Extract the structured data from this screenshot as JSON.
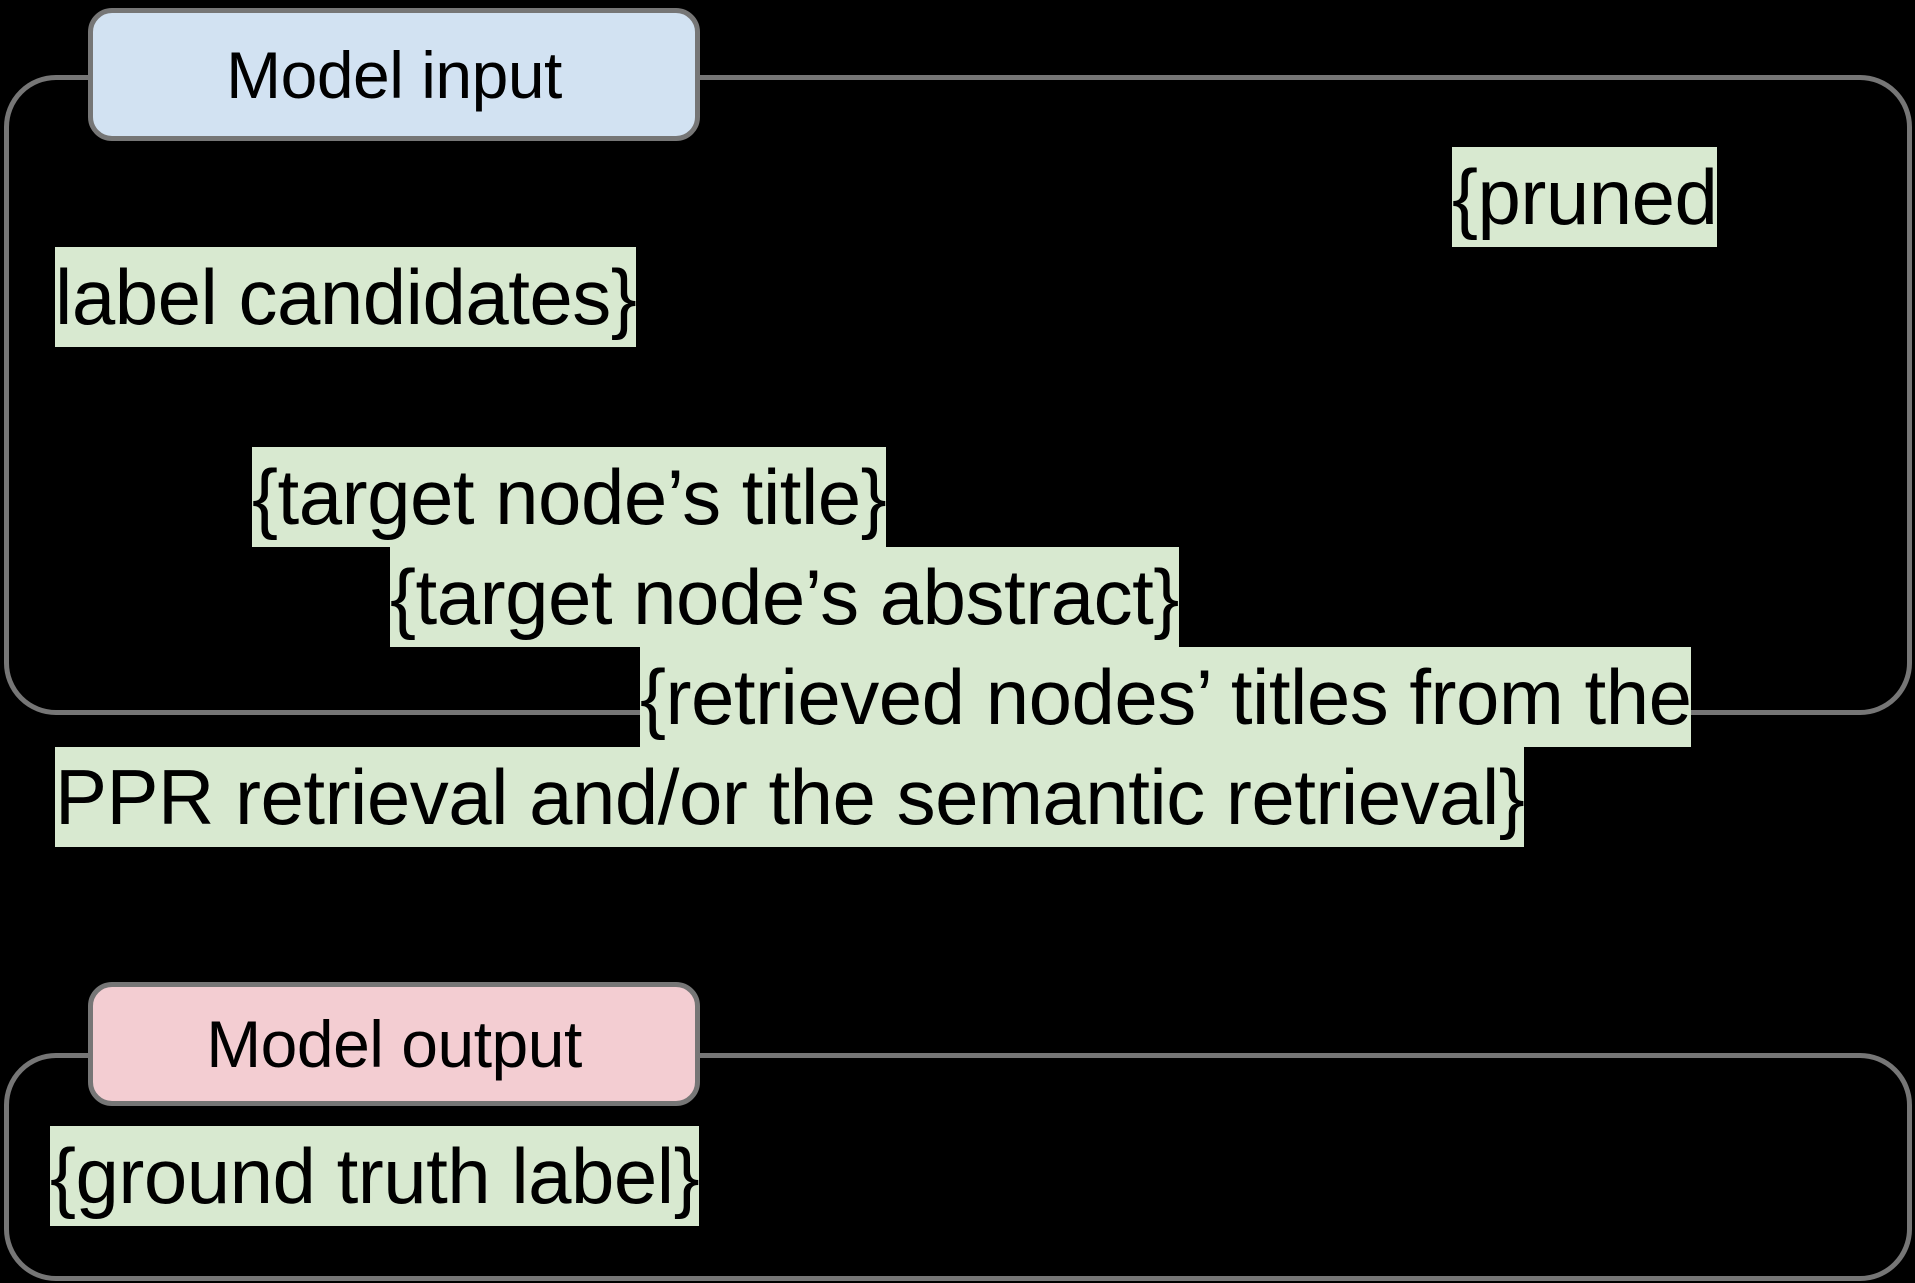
{
  "figure": {
    "title": "Model input / output prompt template",
    "background_color": "#000000",
    "border_color": "#767676"
  },
  "input_section": {
    "badge_label": "Model input",
    "badge_color": "#d2e2f2",
    "highlight_color": "#d8e9d0",
    "lines": [
      {
        "text": "{pruned",
        "indent": "ind-pruned",
        "highlighted": true
      },
      {
        "text": "label candidates}",
        "indent": "ind-1",
        "highlighted": true
      },
      {
        "text": "",
        "indent": "ind-0",
        "highlighted": false
      },
      {
        "text": "{target node’s title}",
        "indent": "ind-2",
        "highlighted": true
      },
      {
        "text": "{target node’s abstract}",
        "indent": "ind-3",
        "highlighted": true
      },
      {
        "text": "{retrieved nodes’ titles from the",
        "indent": "ind-4",
        "highlighted": true
      },
      {
        "text": "PPR retrieval and/or the semantic retrieval}",
        "indent": "ind-5",
        "highlighted": true
      }
    ]
  },
  "output_section": {
    "badge_label": "Model output",
    "badge_color": "#f3cdd2",
    "highlight_color": "#d8e9d0",
    "lines": [
      {
        "text": "{ground truth label}",
        "indent": "ind-0",
        "highlighted": true
      }
    ]
  }
}
